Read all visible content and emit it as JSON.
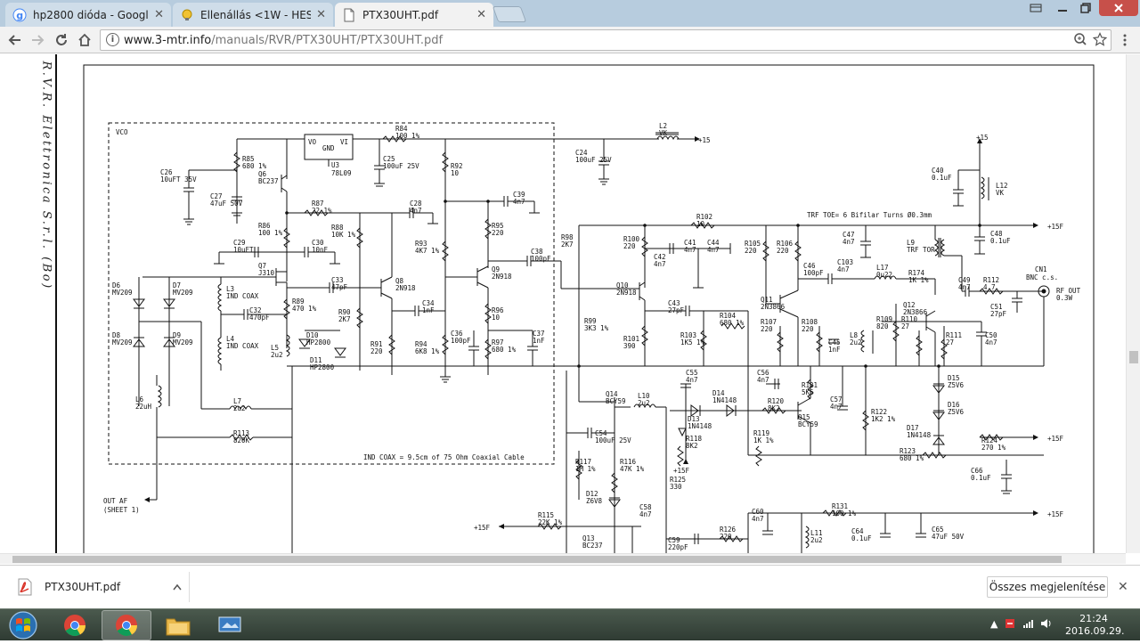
{
  "browser": {
    "tabs": [
      {
        "title": "hp2800 dióda - Google-k",
        "active": false,
        "icon": "google-g-icon"
      },
      {
        "title": "Ellenállás <1W - HESTOR",
        "active": false,
        "icon": "bulb-icon"
      },
      {
        "title": "PTX30UHT.pdf",
        "active": true,
        "icon": "document-icon"
      }
    ],
    "url_host": "www.3-mtr.info",
    "url_path": "/manuals/RVR/PTX30UHT/PTX30UHT.pdf"
  },
  "document": {
    "side_caption": "R.V.R. Elettronica S.r.l. (Bo)",
    "vco_label": "VCO",
    "coax_note": "IND COAX = 9.5cm of 75 Ohm Coaxial Cable",
    "trf_note": "TRF TOE= 6 Bifilar Turns Ø0.3mm",
    "out_af": "OUT AF",
    "sheet": "(SHEET 1)",
    "rf_out": "RF OUT",
    "rf_out_power": "0.3W",
    "cn1": "CN1",
    "cn1_type": "BNC c.s.",
    "supply_label": "+15F",
    "supply_15": "+15",
    "regulator": {
      "name": "U3",
      "part": "78L09",
      "vo": "VO",
      "vi": "VI",
      "gnd": "GND"
    },
    "components": [
      {
        "ref": "R84",
        "val": "100 1%"
      },
      {
        "ref": "L2",
        "val": "VK"
      },
      {
        "ref": "C24",
        "val": "100uF 25V"
      },
      {
        "ref": "C26",
        "val": "10uFT 35V"
      },
      {
        "ref": "R85",
        "val": "680 1%"
      },
      {
        "ref": "Q6",
        "val": "BC237"
      },
      {
        "ref": "C25",
        "val": "100uF 25V"
      },
      {
        "ref": "R92",
        "val": "10"
      },
      {
        "ref": "C27",
        "val": "47uF 50V"
      },
      {
        "ref": "R87",
        "val": "22 1%"
      },
      {
        "ref": "C28",
        "val": "4n7"
      },
      {
        "ref": "C39",
        "val": "4n7"
      },
      {
        "ref": "R86",
        "val": "100 1%"
      },
      {
        "ref": "R88",
        "val": "10K 1%"
      },
      {
        "ref": "C29",
        "val": "10uFT"
      },
      {
        "ref": "C30",
        "val": "10nF"
      },
      {
        "ref": "R93",
        "val": "4K7 1%"
      },
      {
        "ref": "R95",
        "val": "220"
      },
      {
        "ref": "C38",
        "val": "100pF"
      },
      {
        "ref": "Q7",
        "val": "J310"
      },
      {
        "ref": "C33",
        "val": "47pF"
      },
      {
        "ref": "Q8",
        "val": "2N918"
      },
      {
        "ref": "Q9",
        "val": "2N918"
      },
      {
        "ref": "L3",
        "val": "IND COAX"
      },
      {
        "ref": "C32",
        "val": "470pF"
      },
      {
        "ref": "R89",
        "val": "470 1%"
      },
      {
        "ref": "R90",
        "val": "2K7"
      },
      {
        "ref": "C34",
        "val": "1nF"
      },
      {
        "ref": "R96",
        "val": "10"
      },
      {
        "ref": "L4",
        "val": "IND COAX"
      },
      {
        "ref": "L5",
        "val": "2u2"
      },
      {
        "ref": "D10",
        "val": "HP2800"
      },
      {
        "ref": "D11",
        "val": "HP2800"
      },
      {
        "ref": "R91",
        "val": "220"
      },
      {
        "ref": "C36",
        "val": "100pF"
      },
      {
        "ref": "R94",
        "val": "6K8 1%"
      },
      {
        "ref": "R97",
        "val": "680 1%"
      },
      {
        "ref": "C37",
        "val": "1nF"
      },
      {
        "ref": "D6",
        "val": "MV209"
      },
      {
        "ref": "D7",
        "val": "MV209"
      },
      {
        "ref": "D8",
        "val": "MV209"
      },
      {
        "ref": "D9",
        "val": "MV209"
      },
      {
        "ref": "L6",
        "val": "22uH"
      },
      {
        "ref": "L7",
        "val": "2u2"
      },
      {
        "ref": "R113",
        "val": "820K"
      },
      {
        "ref": "R98",
        "val": "2K7"
      },
      {
        "ref": "R100",
        "val": "220"
      },
      {
        "ref": "R102",
        "val": "10"
      },
      {
        "ref": "C42",
        "val": "4n7"
      },
      {
        "ref": "C41",
        "val": "4n7"
      },
      {
        "ref": "C44",
        "val": "4n7"
      },
      {
        "ref": "R105",
        "val": "220"
      },
      {
        "ref": "R106",
        "val": "220"
      },
      {
        "ref": "C47",
        "val": "4n7"
      },
      {
        "ref": "C40",
        "val": "0.1uF"
      },
      {
        "ref": "L12",
        "val": "VK"
      },
      {
        "ref": "C48",
        "val": "0.1uF"
      },
      {
        "ref": "L9",
        "val": "TRF TOR"
      },
      {
        "ref": "Q10",
        "val": "2N918"
      },
      {
        "ref": "C46",
        "val": "100pF"
      },
      {
        "ref": "C103",
        "val": "4n7"
      },
      {
        "ref": "L17",
        "val": "0u22"
      },
      {
        "ref": "R174",
        "val": "1K 1%"
      },
      {
        "ref": "C49",
        "val": "4n7"
      },
      {
        "ref": "R112",
        "val": "4.7"
      },
      {
        "ref": "C51",
        "val": "27pF"
      },
      {
        "ref": "Q11",
        "val": "2N3866"
      },
      {
        "ref": "Q12",
        "val": "2N3866"
      },
      {
        "ref": "C43",
        "val": "27pF"
      },
      {
        "ref": "R104",
        "val": "680 1%"
      },
      {
        "ref": "R107",
        "val": "220"
      },
      {
        "ref": "R108",
        "val": "220"
      },
      {
        "ref": "R109",
        "val": "820"
      },
      {
        "ref": "R110",
        "val": "27"
      },
      {
        "ref": "R99",
        "val": "3K3 1%"
      },
      {
        "ref": "R101",
        "val": "390"
      },
      {
        "ref": "R103",
        "val": "1K5 1%"
      },
      {
        "ref": "C45",
        "val": "1nF"
      },
      {
        "ref": "L8",
        "val": "2u2"
      },
      {
        "ref": "R111",
        "val": "27"
      },
      {
        "ref": "C50",
        "val": "4n7"
      },
      {
        "ref": "C55",
        "val": "4n7"
      },
      {
        "ref": "C56",
        "val": "4n7"
      },
      {
        "ref": "R121",
        "val": "5K6"
      },
      {
        "ref": "D15",
        "val": "Z5V6"
      },
      {
        "ref": "Q14",
        "val": "BCY59"
      },
      {
        "ref": "L10",
        "val": "2u2"
      },
      {
        "ref": "D14",
        "val": "1N4148"
      },
      {
        "ref": "R120",
        "val": "8K2"
      },
      {
        "ref": "C57",
        "val": "4n7"
      },
      {
        "ref": "D16",
        "val": "Z5V6"
      },
      {
        "ref": "D13",
        "val": "1N4148"
      },
      {
        "ref": "Q15",
        "val": "BCY59"
      },
      {
        "ref": "R122",
        "val": "1K2 1%"
      },
      {
        "ref": "D17",
        "val": "1N4148"
      },
      {
        "ref": "C54",
        "val": "100uF 25V"
      },
      {
        "ref": "R118",
        "val": "8K2"
      },
      {
        "ref": "R119",
        "val": "1K 1%"
      },
      {
        "ref": "R124",
        "val": "270 1%"
      },
      {
        "ref": "R117",
        "val": "1M 1%"
      },
      {
        "ref": "R116",
        "val": "47K 1%"
      },
      {
        "ref": "R123",
        "val": "680 1%"
      },
      {
        "ref": "C66",
        "val": "0.1uF"
      },
      {
        "ref": "R125",
        "val": "330"
      },
      {
        "ref": "D12",
        "val": "Z6V8"
      },
      {
        "ref": "C58",
        "val": "4n7"
      },
      {
        "ref": "C60",
        "val": "4n7"
      },
      {
        "ref": "R131",
        "val": "100 1%"
      },
      {
        "ref": "R115",
        "val": "22K 1%"
      },
      {
        "ref": "C59",
        "val": "220pF"
      },
      {
        "ref": "R126",
        "val": "220"
      },
      {
        "ref": "L11",
        "val": "2u2"
      },
      {
        "ref": "C64",
        "val": "0.1uF"
      },
      {
        "ref": "C65",
        "val": "47uF 50V"
      },
      {
        "ref": "Q13",
        "val": "BC237"
      }
    ]
  },
  "downloads": {
    "file_name": "PTX30UHT.pdf",
    "show_all": "Összes megjelenítése"
  },
  "taskbar": {
    "time": "21:24",
    "date": "2016.09.29."
  }
}
